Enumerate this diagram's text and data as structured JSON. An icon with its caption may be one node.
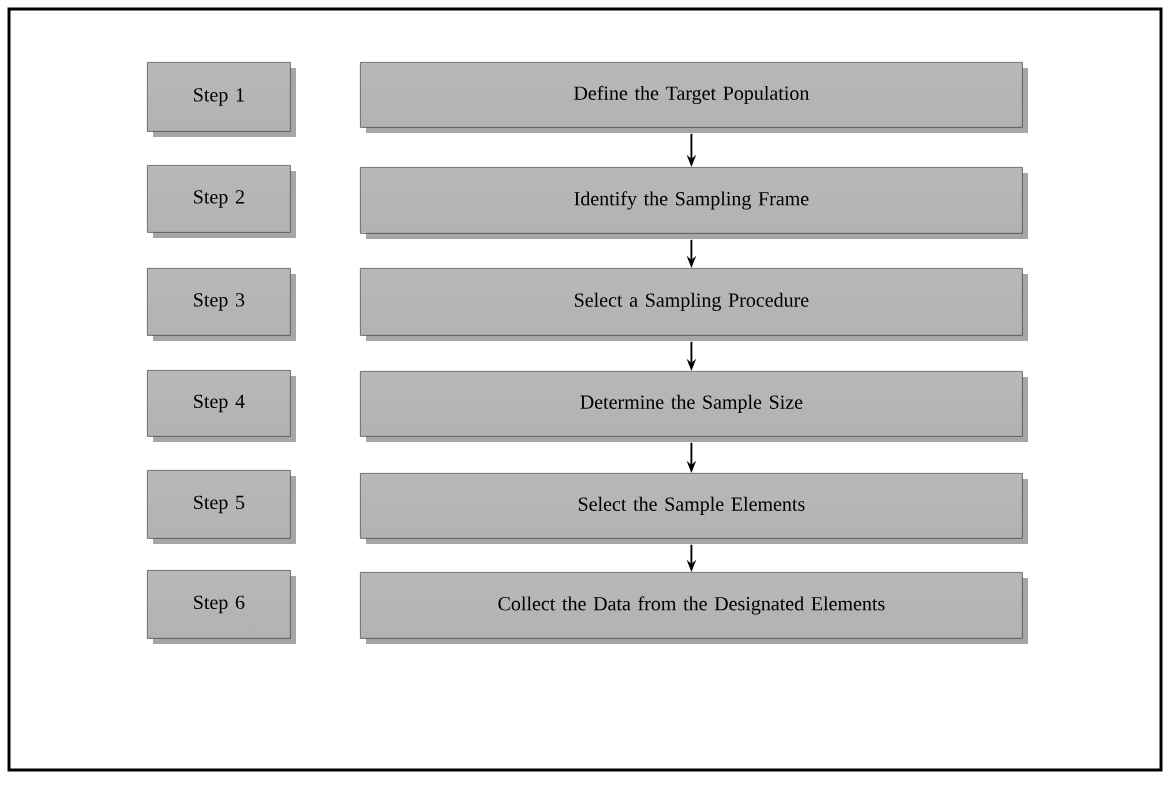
{
  "diagram": {
    "nodes": [
      {
        "text": [
          "Step 1"
        ]
      },
      {
        "text": [
          "Define the Target Population"
        ]
      },
      {
        "text": [
          "Step 2"
        ]
      },
      {
        "text": [
          "Identify the Sampling Frame"
        ]
      },
      {
        "text": [
          "Step 3"
        ]
      },
      {
        "text": [
          "Select a Sampling Procedure"
        ]
      },
      {
        "text": [
          "Step 4"
        ]
      },
      {
        "text": [
          "Determine the Sample Size"
        ]
      },
      {
        "text": [
          "Step 5"
        ]
      },
      {
        "text": [
          "Select the Sample Elements"
        ]
      },
      {
        "text": [
          "Step 6"
        ]
      },
      {
        "text": [
          "Collect the Data from the Designated Elements"
        ]
      }
    ],
    "edges": [
      {
        "from": 1,
        "to": 3,
        "arrow": "to"
      },
      {
        "from": 3,
        "to": 5,
        "arrow": "to"
      },
      {
        "from": 5,
        "to": 7,
        "arrow": "to"
      },
      {
        "from": 7,
        "to": 9,
        "arrow": "to"
      },
      {
        "from": 9,
        "to": 11,
        "arrow": "to"
      }
    ]
  }
}
